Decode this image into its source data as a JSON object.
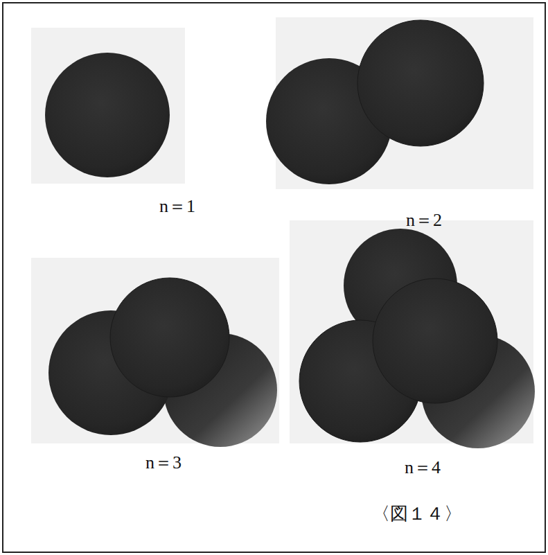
{
  "diagram": {
    "caption": "〈図１４〉",
    "labels": [
      "n＝1",
      "n＝2",
      "n＝3",
      "n＝4"
    ]
  }
}
